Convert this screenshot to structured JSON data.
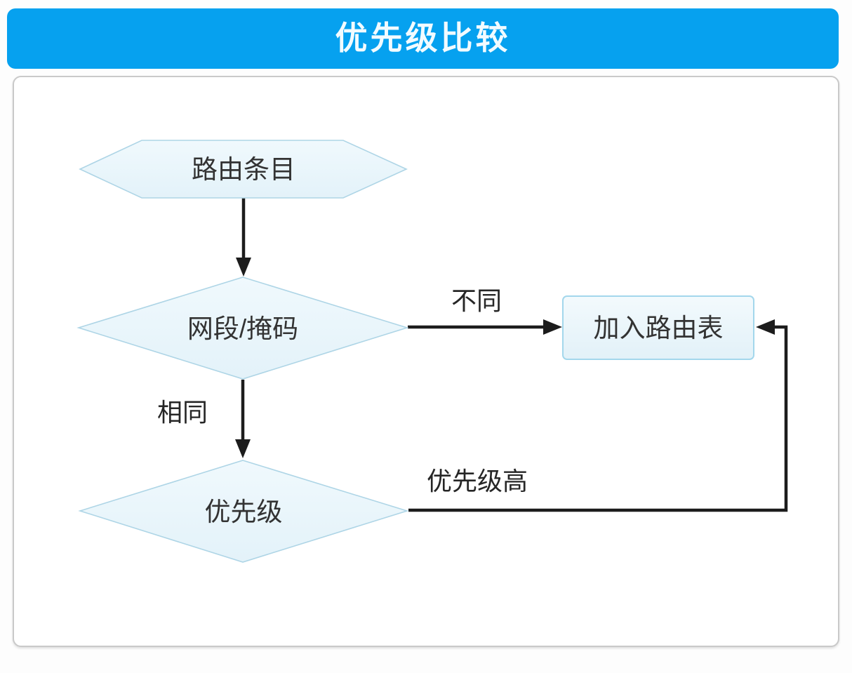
{
  "header": {
    "title": "优先级比较",
    "bg_color": "#06a1ef",
    "text_color": "#f2fbff"
  },
  "diagram": {
    "nodes": [
      {
        "id": "route-entry",
        "shape": "hexagon",
        "label": "路由条目"
      },
      {
        "id": "segment-mask",
        "shape": "diamond",
        "label": "网段/掩码"
      },
      {
        "id": "add-routing-table",
        "shape": "rectangle",
        "label": "加入路由表"
      },
      {
        "id": "priority",
        "shape": "diamond",
        "label": "优先级"
      }
    ],
    "edges": [
      {
        "from": "route-entry",
        "to": "segment-mask",
        "label": ""
      },
      {
        "from": "segment-mask",
        "to": "add-routing-table",
        "label": "不同"
      },
      {
        "from": "segment-mask",
        "to": "priority",
        "label": "相同"
      },
      {
        "from": "priority",
        "to": "add-routing-table",
        "label": "优先级高"
      }
    ],
    "colors": {
      "node_fill": "#e9f6fb",
      "node_border": "#aed5e6",
      "line": "#1c1c1c",
      "text": "#333333",
      "panel_border": "#c9c9c9"
    }
  }
}
